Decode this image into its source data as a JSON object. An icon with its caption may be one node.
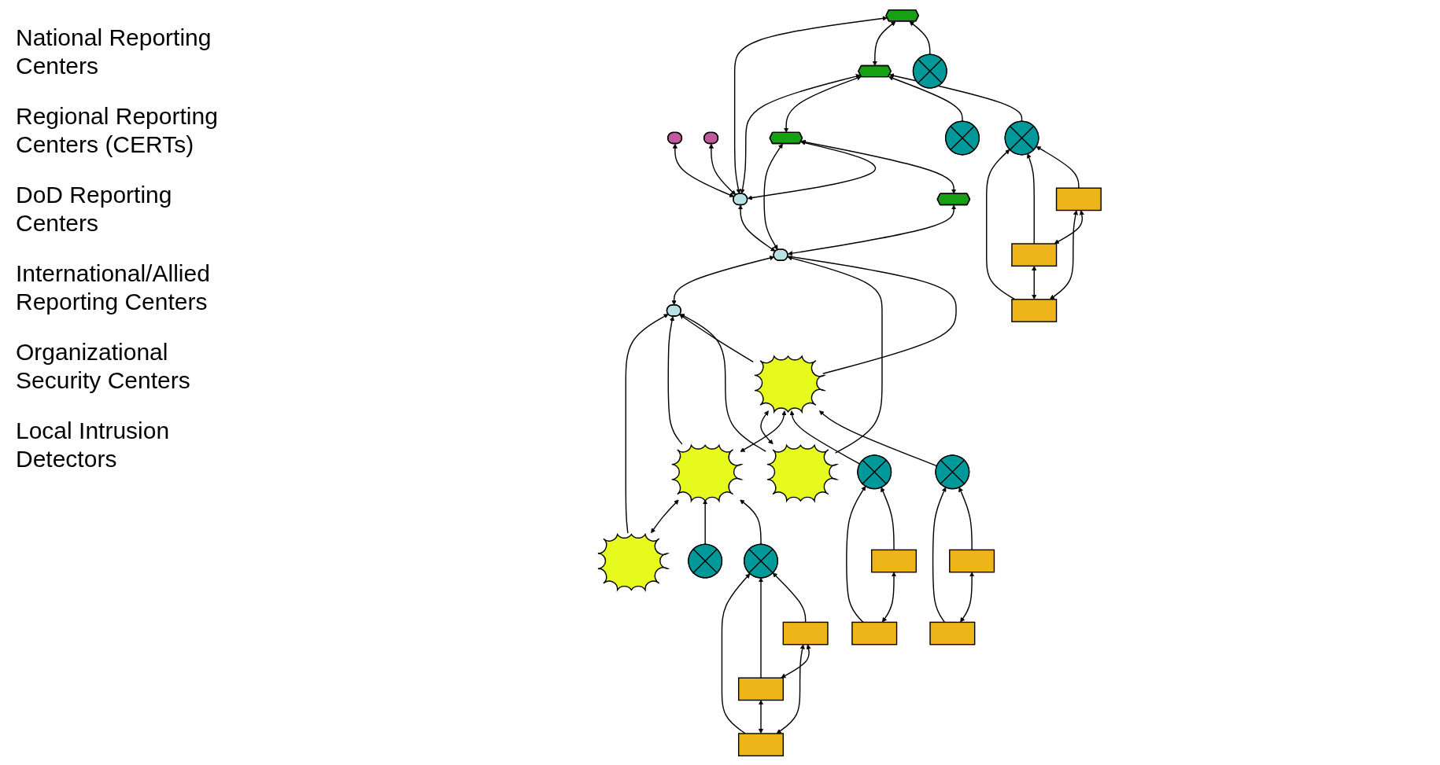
{
  "diagram": {
    "nodes": [
      {
        "text": [],
        "shape": "ellipse"
      },
      {
        "text": [],
        "shape": "ellipse"
      },
      {
        "text": [],
        "shape": "ellipse"
      },
      {
        "text": [],
        "shape": "ellipse"
      },
      {
        "text": [],
        "shape": "ellipse"
      },
      {
        "text": [],
        "shape": "hexagon"
      },
      {
        "text": [],
        "shape": "hexagon"
      },
      {
        "text": [],
        "shape": "hexagon"
      },
      {
        "text": [],
        "shape": "hexagon"
      },
      {
        "text": [],
        "shape": "star"
      },
      {
        "text": [],
        "shape": "star"
      },
      {
        "text": [],
        "shape": "star"
      },
      {
        "text": [],
        "shape": "star"
      },
      {
        "text": [],
        "shape": "cross"
      },
      {
        "text": [],
        "shape": "cross"
      },
      {
        "text": [],
        "shape": "cross"
      },
      {
        "text": [],
        "shape": "cross"
      },
      {
        "text": [],
        "shape": "cross"
      },
      {
        "text": [],
        "shape": "cross"
      },
      {
        "text": [],
        "shape": "cross"
      },
      {
        "text": [],
        "shape": "box"
      },
      {
        "text": [],
        "shape": "box"
      },
      {
        "text": [],
        "shape": "box"
      },
      {
        "text": [],
        "shape": "box"
      },
      {
        "text": [],
        "shape": "box"
      },
      {
        "text": [],
        "shape": "box"
      },
      {
        "text": [],
        "shape": "box"
      },
      {
        "text": [],
        "shape": "box"
      },
      {
        "text": [],
        "shape": "box"
      },
      {
        "text": [],
        "shape": "box"
      }
    ],
    "edges": [
      {
        "from": 0,
        "to": 1,
        "arrow": "both"
      },
      {
        "from": 1,
        "to": 2,
        "arrow": "both"
      },
      {
        "from": 2,
        "to": 3,
        "arrow": "both"
      },
      {
        "from": 2,
        "to": 4,
        "arrow": "both"
      },
      {
        "from": 1,
        "to": 5,
        "arrow": "both"
      },
      {
        "from": 1,
        "to": 6,
        "arrow": "both"
      },
      {
        "from": 2,
        "to": 6,
        "arrow": "both"
      },
      {
        "from": 2,
        "to": 7,
        "arrow": "both"
      },
      {
        "from": 2,
        "to": 8,
        "arrow": "both"
      },
      {
        "from": 5,
        "to": 6,
        "arrow": "both"
      },
      {
        "from": 6,
        "to": 7,
        "arrow": "both"
      },
      {
        "from": 7,
        "to": 8,
        "arrow": "both"
      },
      {
        "from": 13,
        "to": 7,
        "arrow": "to"
      },
      {
        "from": 19,
        "to": 7,
        "arrow": "to"
      },
      {
        "from": 14,
        "to": 8,
        "arrow": "to"
      },
      {
        "from": 9,
        "to": 0,
        "arrow": "to"
      },
      {
        "from": 11,
        "to": 0,
        "arrow": "to"
      },
      {
        "from": 12,
        "to": 0,
        "arrow": "to"
      },
      {
        "from": 10,
        "to": 0,
        "arrow": "to"
      },
      {
        "from": 10,
        "to": 1,
        "arrow": "to"
      },
      {
        "from": 12,
        "to": 1,
        "arrow": "none"
      },
      {
        "from": 9,
        "to": 11,
        "arrow": "both"
      },
      {
        "from": 10,
        "to": 12,
        "arrow": "both"
      },
      {
        "from": 11,
        "to": 12,
        "arrow": "both"
      },
      {
        "from": 15,
        "to": 11,
        "arrow": "to"
      },
      {
        "from": 16,
        "to": 11,
        "arrow": "to"
      },
      {
        "from": 17,
        "to": 12,
        "arrow": "to"
      },
      {
        "from": 18,
        "to": 12,
        "arrow": "to"
      },
      {
        "from": 20,
        "to": 16,
        "arrow": "to"
      },
      {
        "from": 25,
        "to": 16,
        "arrow": "to"
      },
      {
        "from": 24,
        "to": 16,
        "arrow": "to"
      },
      {
        "from": 20,
        "to": 25,
        "arrow": "both"
      },
      {
        "from": 20,
        "to": 24,
        "arrow": "both"
      },
      {
        "from": 25,
        "to": 24,
        "arrow": "both"
      },
      {
        "from": 26,
        "to": 17,
        "arrow": "to"
      },
      {
        "from": 27,
        "to": 17,
        "arrow": "to"
      },
      {
        "from": 26,
        "to": 27,
        "arrow": "both"
      },
      {
        "from": 28,
        "to": 18,
        "arrow": "to"
      },
      {
        "from": 23,
        "to": 18,
        "arrow": "to"
      },
      {
        "from": 28,
        "to": 23,
        "arrow": "both"
      },
      {
        "from": 21,
        "to": 19,
        "arrow": "to"
      },
      {
        "from": 29,
        "to": 19,
        "arrow": "to"
      },
      {
        "from": 22,
        "to": 19,
        "arrow": "to"
      },
      {
        "from": 21,
        "to": 22,
        "arrow": "both"
      },
      {
        "from": 21,
        "to": 29,
        "arrow": "both"
      },
      {
        "from": 29,
        "to": 22,
        "arrow": "both"
      }
    ],
    "labels": [
      "National Reporting Centers",
      "Regional Reporting Centers (CERTs)",
      "DoD Reporting Centers",
      "International/Allied Reporting Centers",
      "Organizational Security Centers",
      "Local Intrusion Detectors"
    ]
  }
}
